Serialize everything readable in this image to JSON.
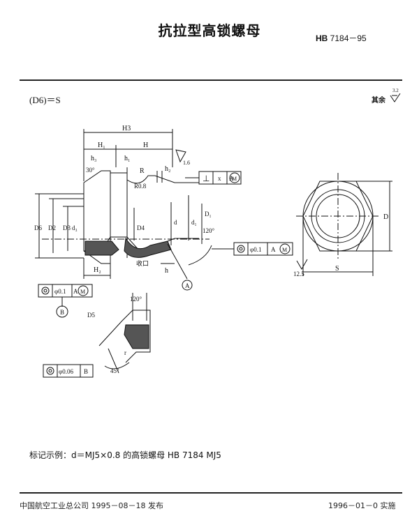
{
  "header": {
    "title": "抗拉型高锁螺母",
    "std_bold": "HB",
    "std_rest": " 7184－95"
  },
  "top_left_formula": "(D6)＝S",
  "surface": {
    "label": "其余",
    "value": "3.2"
  },
  "labels": {
    "H3": "H3",
    "H1": "H₁",
    "H": "H",
    "h3": "h₃",
    "h1": "h₁",
    "h2": "h₂",
    "R": "R",
    "R0": "R0.8",
    "ang30": "30°",
    "roughness16": "1.6",
    "D6": "D6",
    "D2": "D2",
    "D3": "D3",
    "d3": "d₃",
    "D4": "D4",
    "d": "d",
    "d1": "d₁",
    "D1": "D₁",
    "ang120": "120°",
    "H2": "H₂",
    "shoukou": "收口",
    "h": "h",
    "A": "A",
    "B": "B",
    "D5": "D5",
    "ang120b": "120°",
    "r": "r",
    "ang45": "45°",
    "D": "D",
    "S": "S",
    "rough125": "12.5"
  },
  "tolerances": {
    "perp": {
      "symbol": "⊥",
      "val": "x",
      "datum": "A",
      "mod": "M"
    },
    "coax1": {
      "val": "φ0.1",
      "datum": "A",
      "mod": "M"
    },
    "coax2": {
      "val": "φ0.1",
      "datum": "A",
      "mod": "M"
    },
    "coax3": {
      "val": "φ0.06",
      "datum": "B"
    }
  },
  "example": "标记示例：d＝MJ5×0.8 的高锁螺母   HB 7184 MJ5",
  "footer": {
    "left": "中国航空工业总公司 1995－08－18 发布",
    "right": "1996－01－0 实施"
  }
}
